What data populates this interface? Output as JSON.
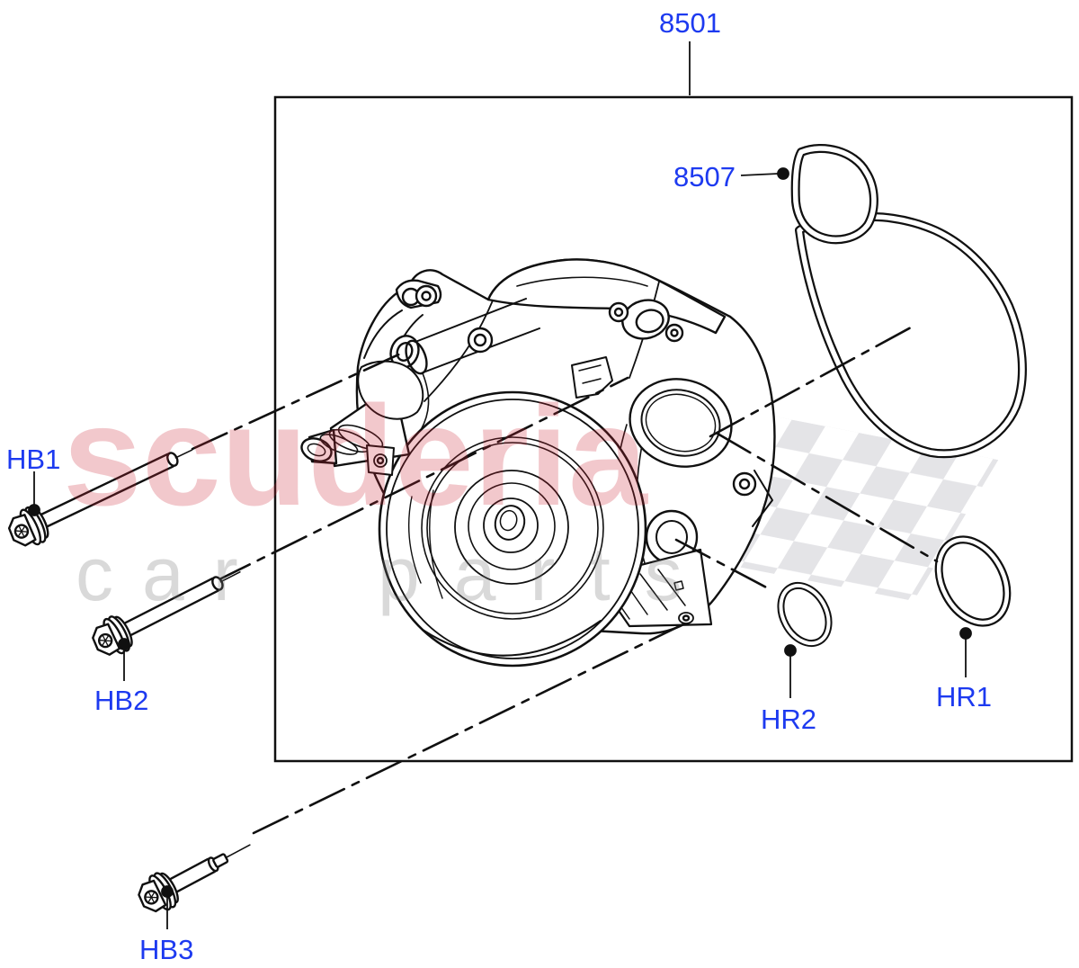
{
  "page": {
    "background": "#ffffff",
    "description": "exploded parts diagram of water pump assembly"
  },
  "callouts": {
    "assembly": "8501",
    "gasket": "8507",
    "bolt1": "HB1",
    "bolt2": "HB2",
    "bolt3": "HB3",
    "oring1": "HR1",
    "oring2": "HR2"
  },
  "watermark": {
    "brand": "scuderia",
    "word_car": "car",
    "word_parts": "parts"
  },
  "colors": {
    "callout_blue": "#1d3af0",
    "line_black": "#101010",
    "checker_gray": "#e4e4e7",
    "watermark_red": "rgba(205,35,50,0.25)",
    "watermark_gray": "rgba(120,120,120,0.28)"
  }
}
